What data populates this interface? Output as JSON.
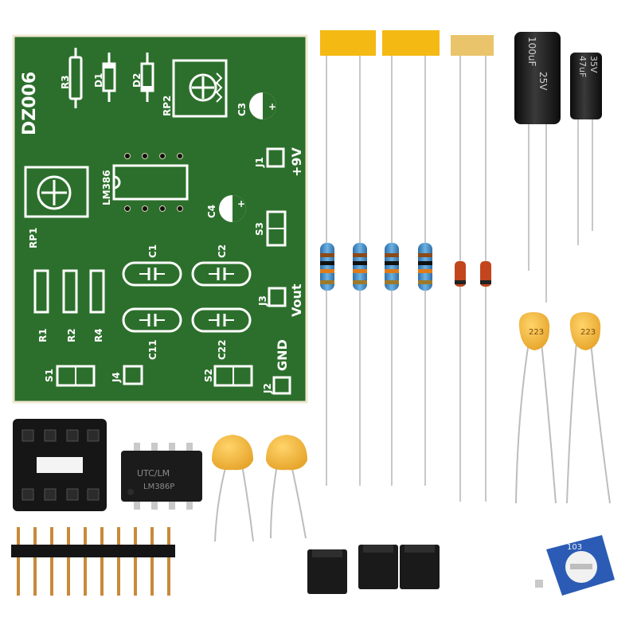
{
  "pcb": {
    "board_id": "DZ006",
    "chip_label": "LM386",
    "power_label": "+9V",
    "output_label": "Vout",
    "ground_label": "GND",
    "silkscreen": {
      "r3": "R3",
      "d1": "D1",
      "d2": "D2",
      "rp2": "RP2",
      "c3": "C3",
      "j1": "J1",
      "c4": "C4",
      "s3": "S3",
      "rp1": "RP1",
      "c1": "C1",
      "c2": "C2",
      "j3": "J3",
      "c11": "C11",
      "c22": "C22",
      "r1": "R1",
      "r2": "R2",
      "r4": "R4",
      "s1": "S1",
      "j4": "J4",
      "s2": "S2",
      "j2": "J2"
    }
  },
  "components": {
    "electrolytic_large": {
      "line1": "100uF",
      "line2": "25V"
    },
    "electrolytic_small": {
      "line1": "47uF",
      "line2": "35V"
    },
    "ceramic_cap_code": "223",
    "ic_marking": {
      "line1": "UTC/LM",
      "line2": "LM386P"
    },
    "trimmer_code": "103"
  },
  "colors": {
    "pcb_green": "#2a6b2a",
    "pcb_dark": "#1f561f",
    "tape": "#f5b914",
    "tape_light": "#e9c46a",
    "ceramic": "#f2b93b",
    "resistor_body": "#3f8fc9",
    "trimmer_blue": "#2b5bb5"
  }
}
